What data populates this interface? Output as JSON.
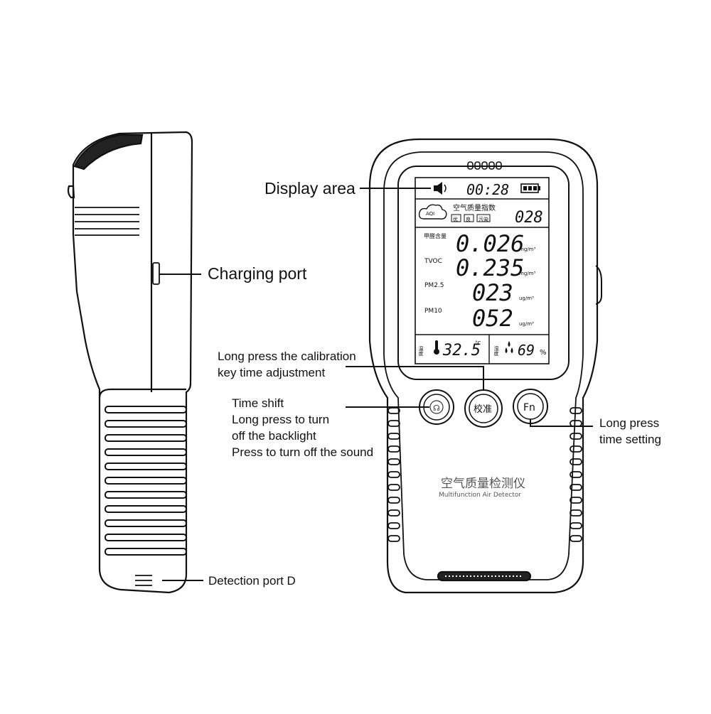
{
  "callouts": {
    "display_area": "Display area",
    "charging_port": "Charging port",
    "calibration": [
      "Long press the calibration",
      "key time adjustment"
    ],
    "time_shift": [
      "Time shift",
      "Long press to turn",
      "off the backlight",
      "Press to turn off the sound"
    ],
    "time_setting": [
      "Long press",
      "time setting"
    ],
    "detection_port": "Detection port D"
  },
  "device": {
    "product_name_cn": "空气质量检测仪",
    "product_name_en": "Multifunction Air Detector",
    "buttons": {
      "sound_label": "Ⓢ",
      "calibrate_label": "校准",
      "fn_label": "Fn"
    },
    "screen": {
      "clock": "00:28",
      "aqi_badge": "AQI",
      "aqi_title": "空气质量指数",
      "aqi_level_tags": [
        "优",
        "良",
        "污染"
      ],
      "aqi_value": "028",
      "hcho_label": "甲醛含量",
      "hcho_value": "0.026",
      "hcho_unit": "mg/m³",
      "tvoc_label": "TVOC",
      "tvoc_value": "0.235",
      "tvoc_unit": "mg/m³",
      "pm25_label": "PM2.5",
      "pm25_value": "023",
      "pm25_unit": "ug/m³",
      "pm10_label": "PM10",
      "pm10_value": "052",
      "pm10_unit": "ug/m³",
      "temp_label": "温度",
      "temp_value": "32.5",
      "temp_unit": "°C",
      "humidity_label": "湿度",
      "humidity_value": "69",
      "humidity_unit": "%"
    },
    "icons": [
      "speaker-icon",
      "battery-icon",
      "thermometer-icon",
      "droplet-icon",
      "cloud-icon"
    ]
  }
}
